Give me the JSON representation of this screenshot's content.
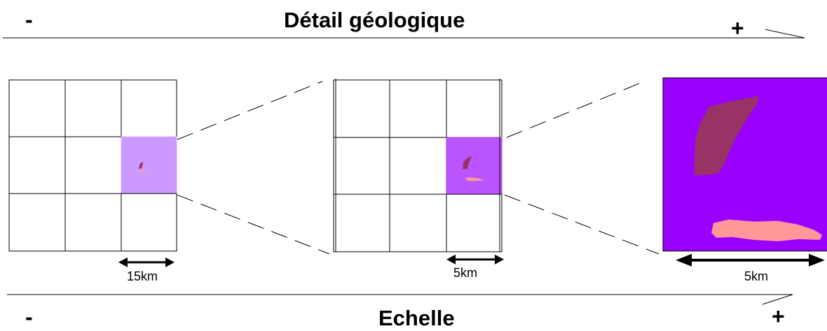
{
  "top_axis": {
    "title": "Détail géologique",
    "minus": "-",
    "plus": "+"
  },
  "bottom_axis": {
    "title": "Echelle",
    "minus": "-",
    "plus": "+"
  },
  "panels": [
    {
      "scale_label": "15km",
      "grid": "3x3"
    },
    {
      "scale_label": "5km",
      "grid": "3x3"
    },
    {
      "scale_label": "5km"
    }
  ],
  "colors": {
    "cell_light": "#cc99ff",
    "cell_medium": "#bb55ff",
    "map_background": "#9900ff",
    "unit_dark": "#993366",
    "unit_light": "#ff9999"
  }
}
